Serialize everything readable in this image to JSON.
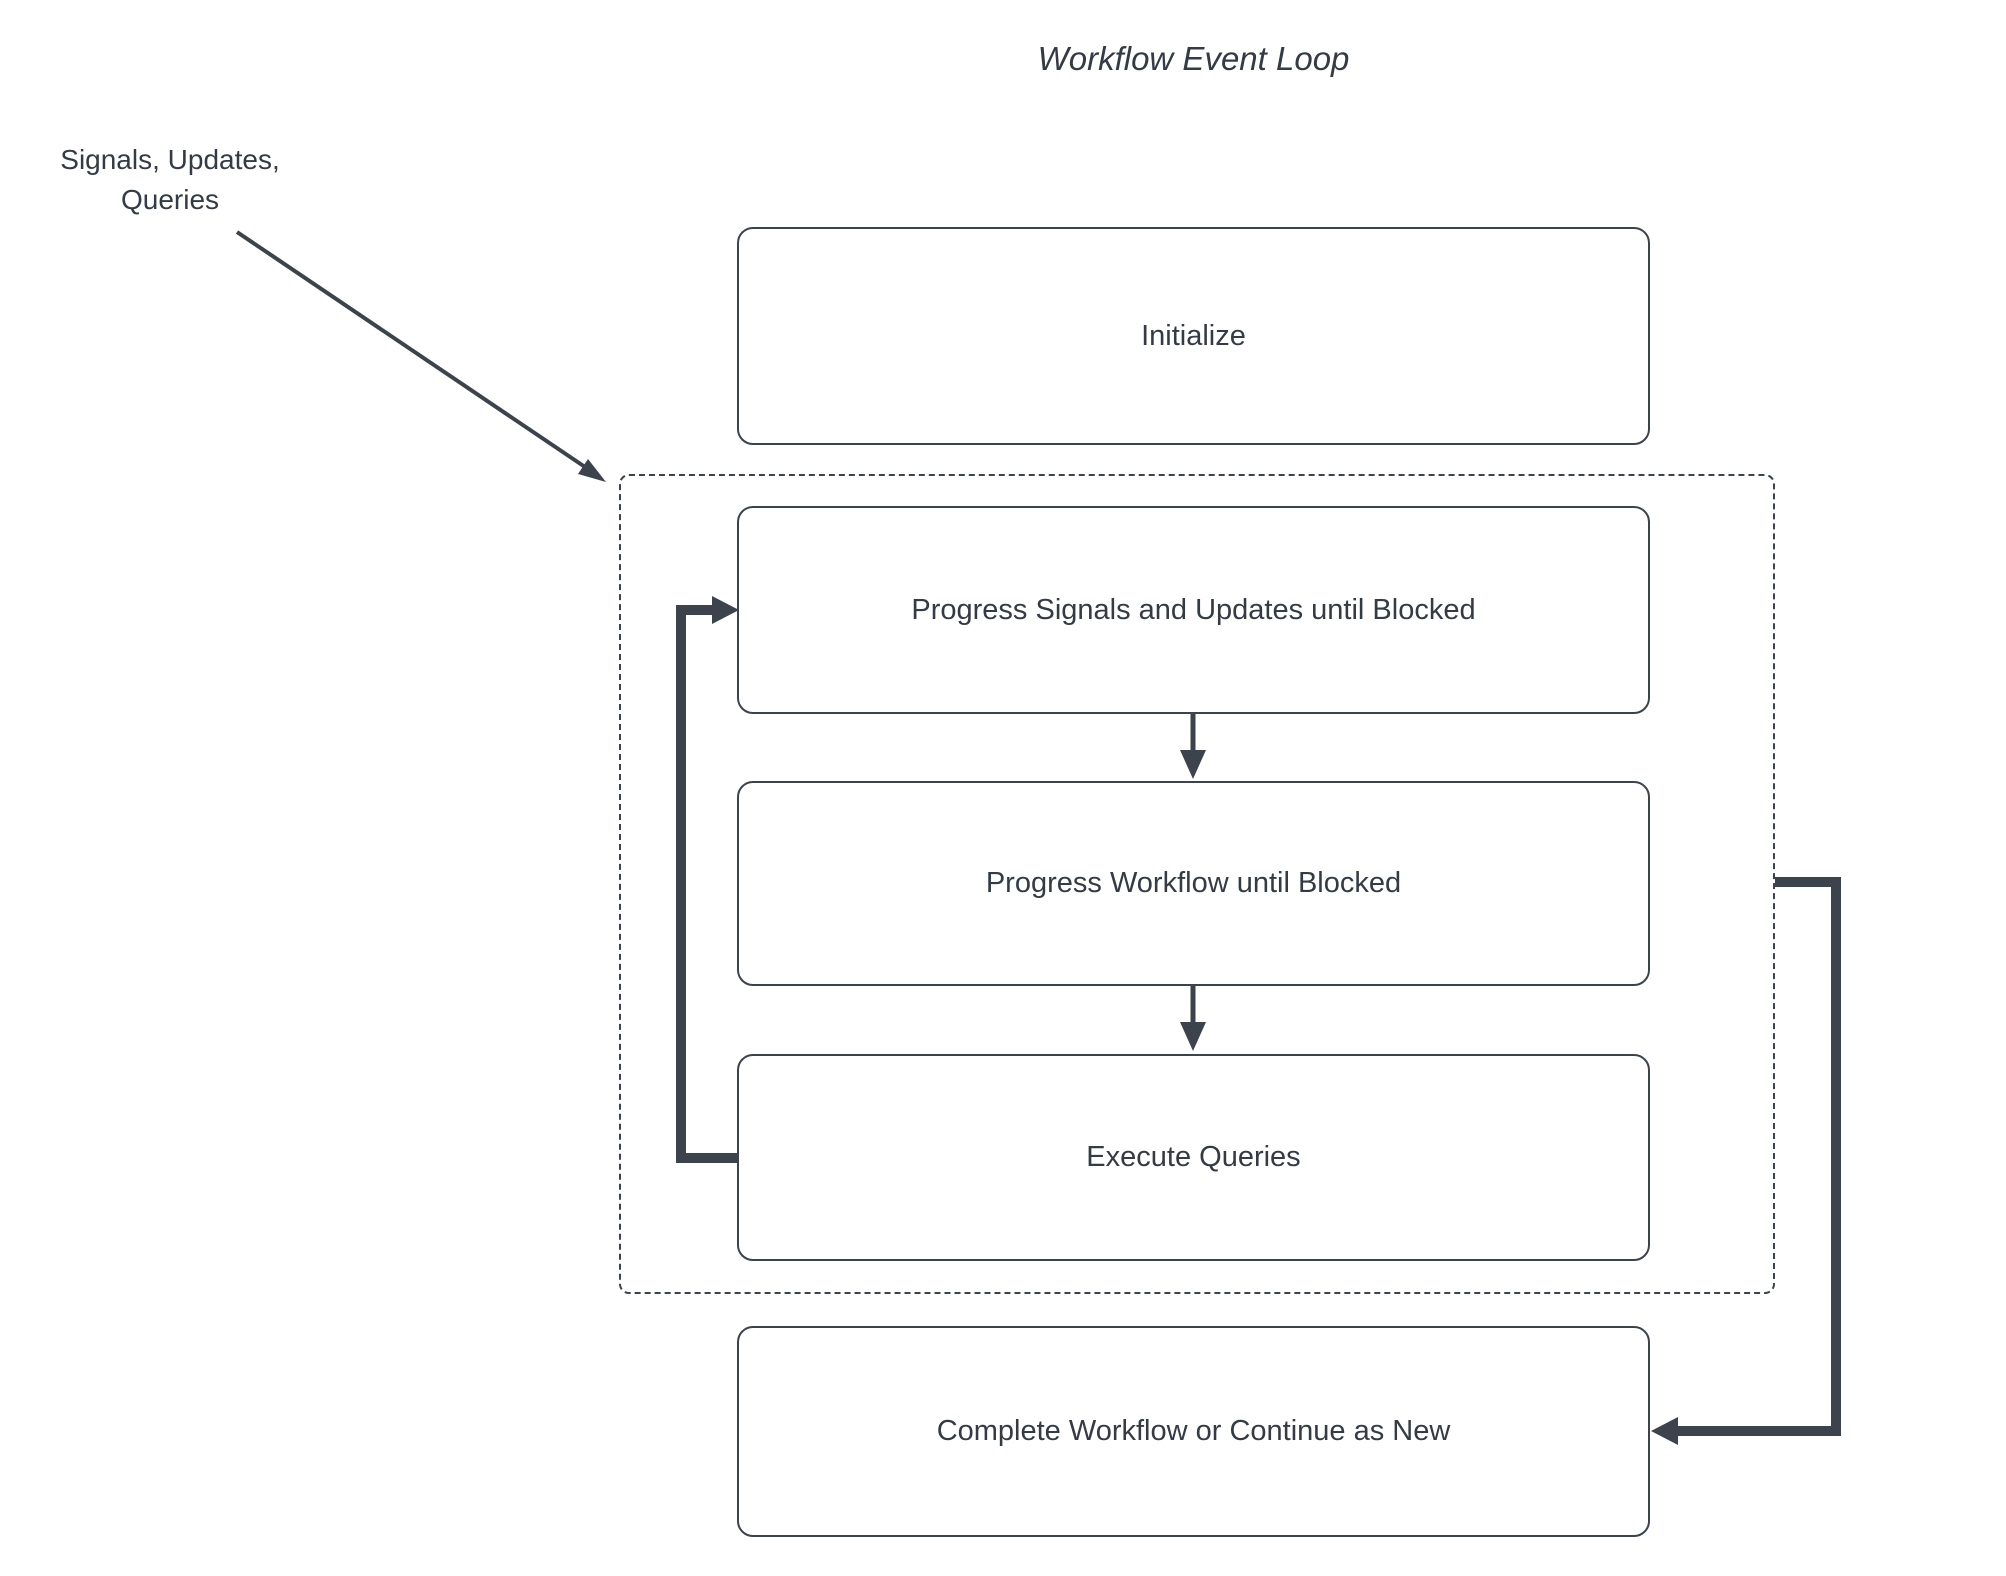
{
  "diagram": {
    "title": "Workflow Event Loop",
    "external_input": {
      "line1": "Signals, Updates,",
      "line2": "Queries"
    },
    "nodes": {
      "initialize": {
        "label": "Initialize"
      },
      "progress_signals": {
        "label": "Progress Signals and Updates until Blocked"
      },
      "progress_workflow": {
        "label": "Progress Workflow until Blocked"
      },
      "execute_queries": {
        "label": "Execute Queries"
      },
      "complete": {
        "label": "Complete Workflow or Continue as New"
      }
    },
    "groups": {
      "event_loop": {
        "border": "dashed",
        "contains": [
          "progress_signals",
          "progress_workflow",
          "execute_queries"
        ]
      }
    },
    "edges": [
      {
        "from": "progress_signals",
        "to": "progress_workflow",
        "style": "thin-down-arrow"
      },
      {
        "from": "progress_workflow",
        "to": "execute_queries",
        "style": "thin-down-arrow"
      },
      {
        "from": "execute_queries",
        "to": "progress_signals",
        "style": "thick-left-loop"
      },
      {
        "from": "event_loop",
        "to": "complete",
        "style": "thick-right-loop"
      },
      {
        "from": "external_input",
        "to": "event_loop",
        "style": "diagonal-arrow"
      }
    ],
    "colors": {
      "line": "#3c434d",
      "text": "#343b44",
      "node_fill": "#ffffff",
      "background": "#ffffff"
    }
  }
}
